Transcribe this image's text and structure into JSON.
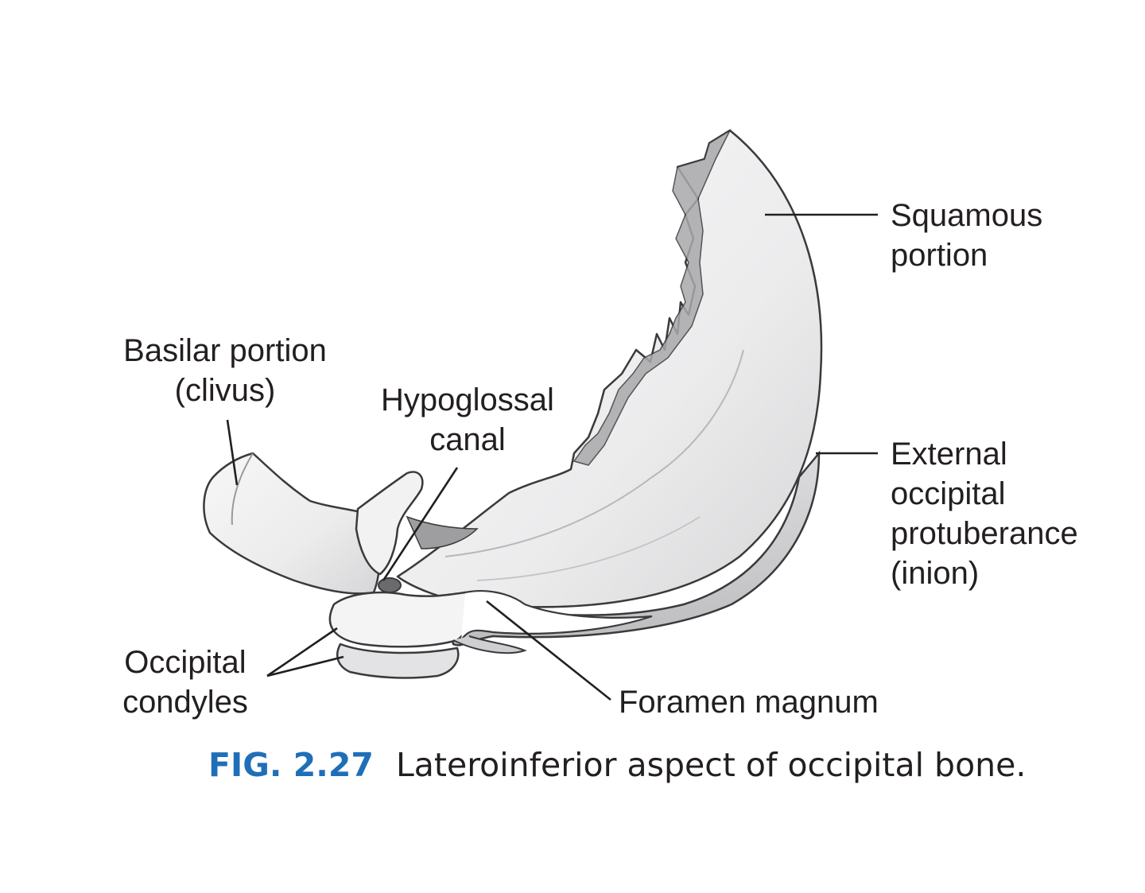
{
  "labels": {
    "squamous": [
      "Squamous",
      "portion"
    ],
    "basilar": [
      "Basilar portion",
      "(clivus)"
    ],
    "hypoglossal": [
      "Hypoglossal",
      "canal"
    ],
    "external_protuberance": [
      "External",
      "occipital",
      "protuberance",
      "(inion)"
    ],
    "occipital_condyles": [
      "Occipital",
      "condyles"
    ],
    "foramen_magnum": "Foramen magnum"
  },
  "caption": {
    "figure_number": "FIG. 2.27",
    "text": "Lateroinferior aspect of occipital bone."
  },
  "colors": {
    "bone_fill": "#ececed",
    "bone_shade": "#c9c9cb",
    "outline": "#3a3a3c",
    "suture": "#9a9a9d",
    "caption_accent": "#1f6fb8"
  }
}
